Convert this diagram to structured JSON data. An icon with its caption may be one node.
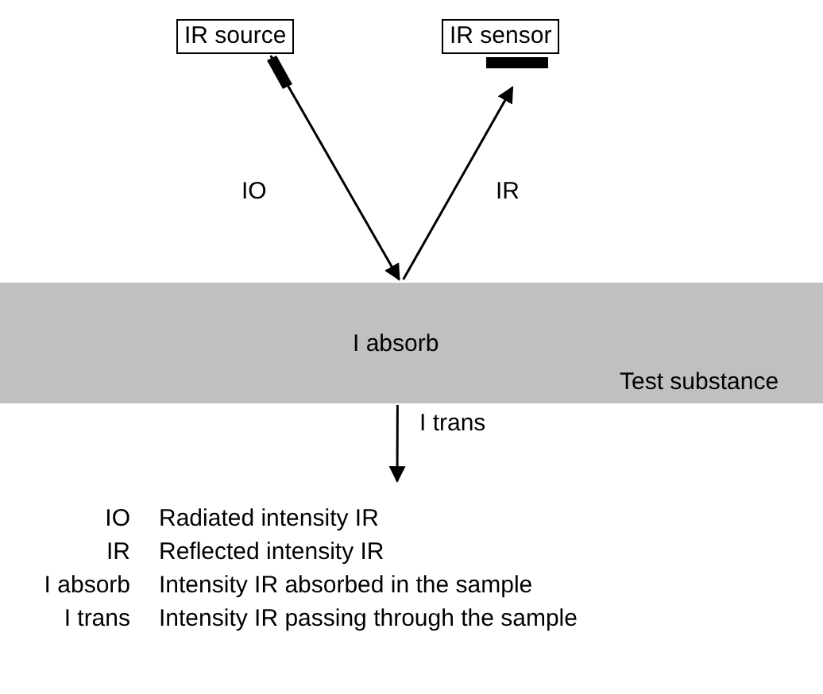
{
  "diagram": {
    "nodes": [
      {
        "text": [
          "IR source"
        ]
      },
      {
        "text": [
          "IR sensor"
        ]
      },
      {
        "text": [
          "I absorb",
          "Test substance"
        ]
      }
    ],
    "edges": [
      {
        "from": 0,
        "to": 2,
        "arrow": "to",
        "label": "IO"
      },
      {
        "from": 2,
        "to": 1,
        "arrow": "to",
        "label": "IR"
      },
      {
        "from": 2,
        "to": null,
        "arrow": "to",
        "label": "I trans"
      }
    ],
    "labels": [
      "IO",
      "Radiated intensity IR",
      "IR",
      "Reflected intensity IR",
      "I absorb",
      "Intensity IR absorbed in the sample",
      "I trans",
      "Intensity IR passing through the sample"
    ]
  }
}
